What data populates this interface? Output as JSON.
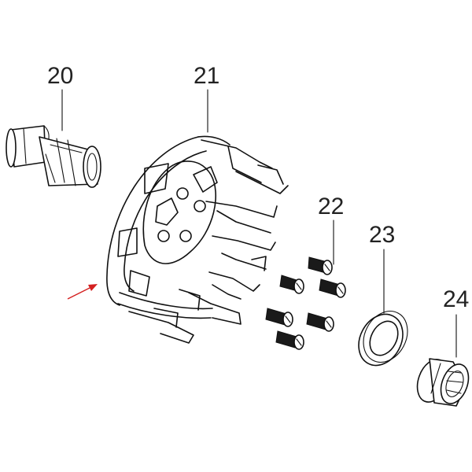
{
  "labels": {
    "part_20": "20",
    "part_21": "21",
    "part_22": "22",
    "part_23": "23",
    "part_24": "24"
  },
  "colors": {
    "line": "#111111",
    "label": "#222222",
    "pointer_arrow": "#d42020",
    "background": "#ffffff"
  },
  "icons": {
    "part_20": "spindle-sleeve-icon",
    "part_21": "clutch-cage-icon",
    "part_22": "screw-icon",
    "part_23": "washer-ring-icon",
    "part_24": "splined-bushing-icon",
    "pointer": "red-arrow-icon"
  }
}
